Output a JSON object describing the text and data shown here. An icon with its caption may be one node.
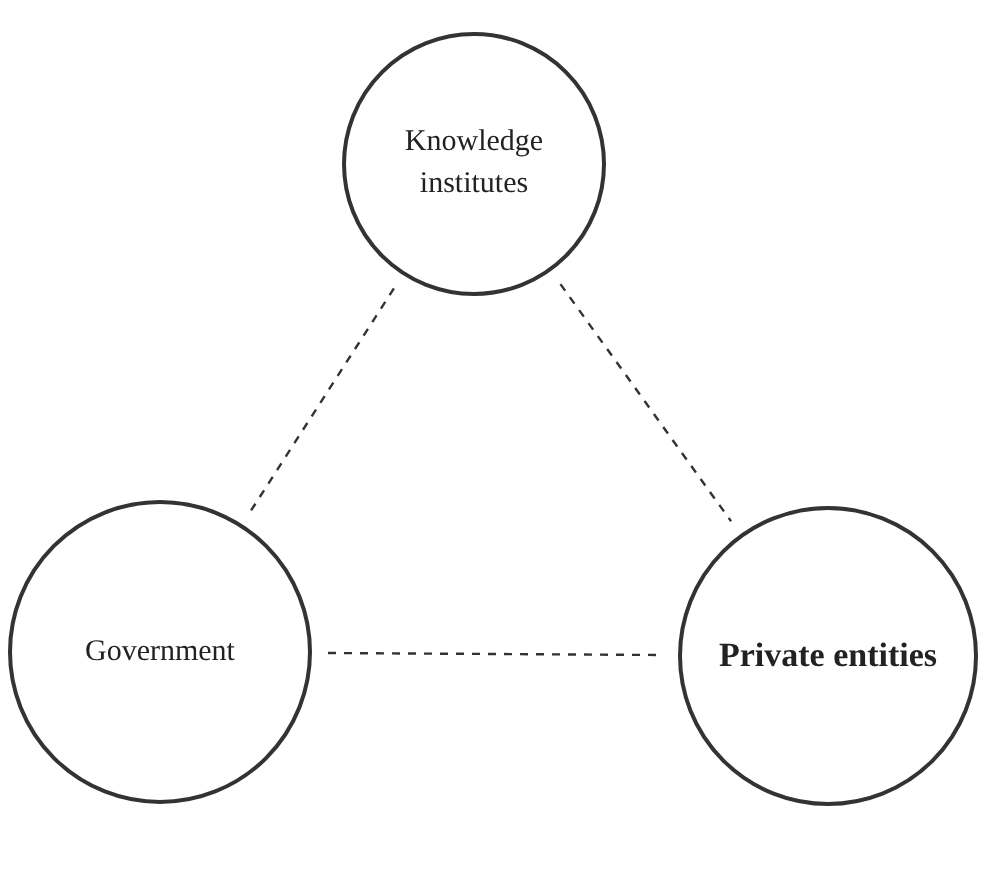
{
  "diagram": {
    "nodes": [
      {
        "text": [
          "Knowledge institutes"
        ]
      },
      {
        "text": [
          "Government"
        ]
      },
      {
        "text": [
          "Private entities"
        ]
      }
    ],
    "edges": [
      {
        "from": 0,
        "to": 1,
        "arrow": "none",
        "style": "dashed"
      },
      {
        "from": 0,
        "to": 2,
        "arrow": "none",
        "style": "dashed"
      },
      {
        "from": 1,
        "to": 2,
        "arrow": "none",
        "style": "dashed"
      }
    ]
  }
}
